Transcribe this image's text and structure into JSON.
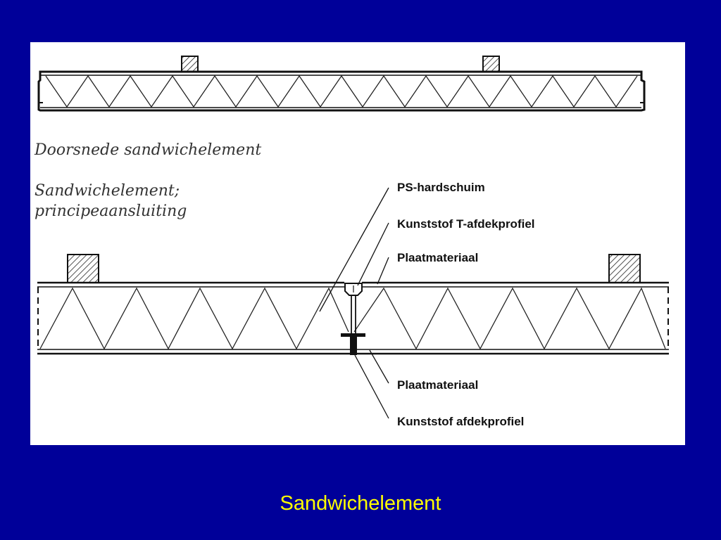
{
  "slide": {
    "title": "Sandwichelement",
    "background_color": "#000099",
    "title_color": "#ffff00"
  },
  "drawing": {
    "caption_section": "Doorsnede sandwichelement",
    "caption_connection_line1": "Sandwichelement;",
    "caption_connection_line2": "principeaansluiting",
    "labels": {
      "ps_foam": "PS-hardschuim",
      "t_profile": "Kunststof T-afdekprofiel",
      "top_board": "Plaatmateriaal",
      "bottom_board": "Plaatmateriaal",
      "bottom_profile": "Kunststof afdekprofiel"
    }
  }
}
